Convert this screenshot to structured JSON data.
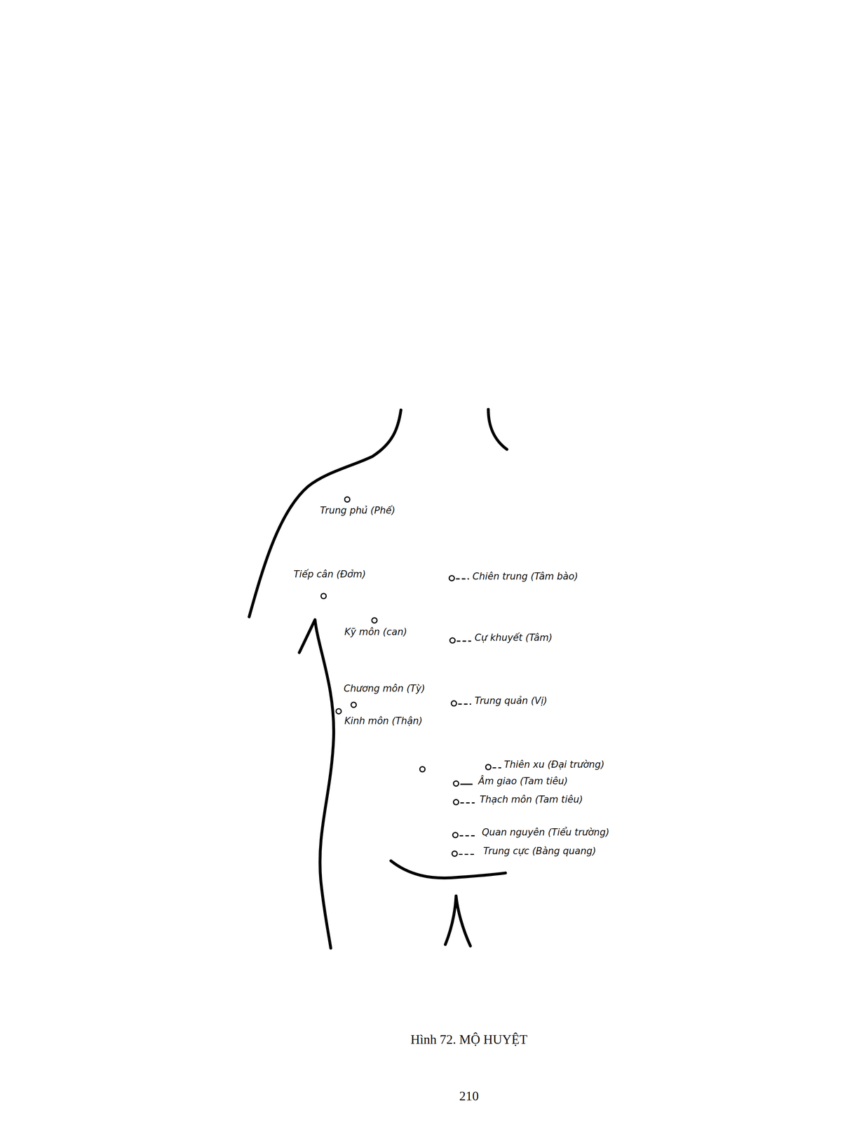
{
  "diagram": {
    "caption": "Hình 72. MỘ HUYỆT",
    "labels": [
      "Trung phủ (Phế)",
      "Tiếp cân (Đởm)",
      "Chiên trung (Tâm bào)",
      "Kỹ môn (can)",
      "Cự khuyết (Tâm)",
      "Chương môn (Tỳ)",
      "Kinh môn (Thận)",
      "Trung quản (Vị)",
      "Thiên xu (Đại trường)",
      "Âm giao (Tam tiêu)",
      "Thạch môn (Tam tiêu)",
      "Quan nguyên (Tiểu trường)",
      "Trung cực (Bàng quang)",
      "210"
    ]
  }
}
